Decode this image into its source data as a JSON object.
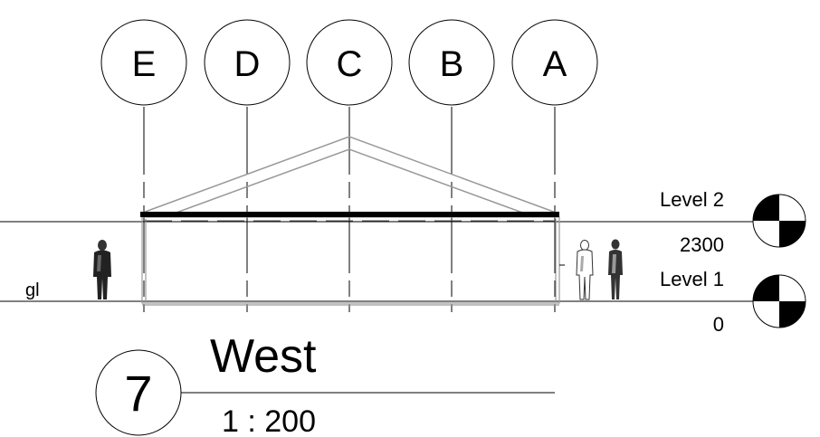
{
  "view": {
    "title": "West",
    "number": "7",
    "scale": "1 : 200"
  },
  "gridlines": [
    {
      "label": "E"
    },
    {
      "label": "D"
    },
    {
      "label": "C"
    },
    {
      "label": "B"
    },
    {
      "label": "A"
    }
  ],
  "levels": [
    {
      "name": "Level 2",
      "elevation": "2300"
    },
    {
      "name": "Level 1",
      "elevation": "0"
    }
  ],
  "ground_label": "gl"
}
